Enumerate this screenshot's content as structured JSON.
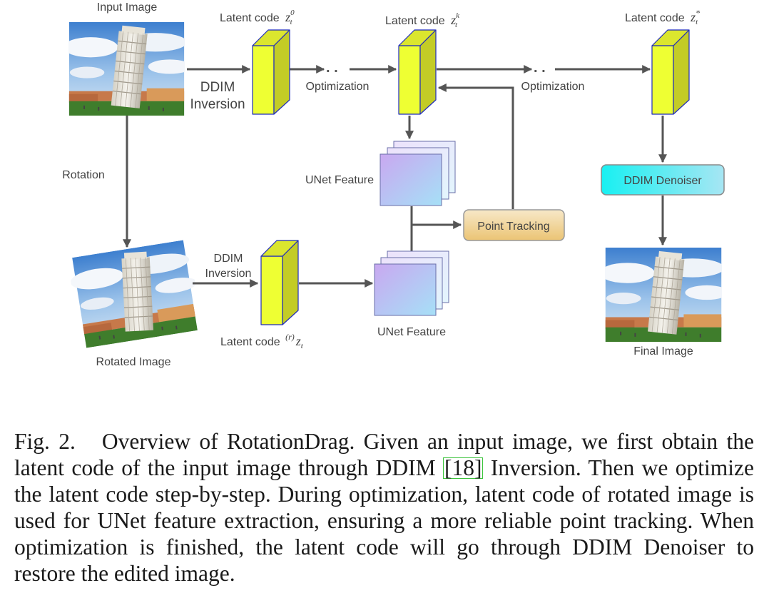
{
  "colors": {
    "arrow": "#555555",
    "latent_face": "#eeff33",
    "latent_side": "#c3cc26",
    "latent_edge": "#1f2bbd",
    "ddim_denoiser": "#22ecf3",
    "point_tracking_top": "#f7e8c8",
    "point_tracking_bottom": "#ebc474"
  },
  "labels": {
    "input_image": "Input Image",
    "rotated_image": "Rotated Image",
    "final_image": "Final Image",
    "rotation": "Rotation",
    "ddim_inversion_line1": "DDIM",
    "ddim_inversion_line2": "Inversion",
    "latent_code_prefix": "Latent code",
    "latent_0_base": "z",
    "latent_0_sup": "0",
    "latent_0_sub": "t",
    "latent_k_base": "z",
    "latent_k_sup": "k",
    "latent_k_sub": "t",
    "latent_star_base": "z",
    "latent_star_sup": "*",
    "latent_star_sub": "t",
    "latent_r_sup": "(r)",
    "latent_r_base": "z",
    "latent_r_sub": "t",
    "optimization_1": "Optimization",
    "optimization_2": "Optimization",
    "unet_feature_top": "UNet Feature",
    "unet_feature_bottom": "UNet Feature",
    "point_tracking": "Point Tracking",
    "ddim_denoiser": "DDIM Denoiser",
    "dots_1": ". .",
    "dots_2": ". ."
  },
  "caption": {
    "fig_label": "Fig. 2.",
    "text_before_cite": "Overview of RotationDrag. Given an input image, we first obtain the latent code of the input image through DDIM ",
    "cite_open": "[",
    "cite_number": "18",
    "cite_close": "]",
    "text_after_cite": " Inversion. Then we optimize the latent code step-by-step. During optimization, latent code of rotated image is used for UNet feature extraction, ensuring a more reliable point tracking. When optimization is finished, the latent code will go through DDIM Denoiser to restore the edited image."
  }
}
